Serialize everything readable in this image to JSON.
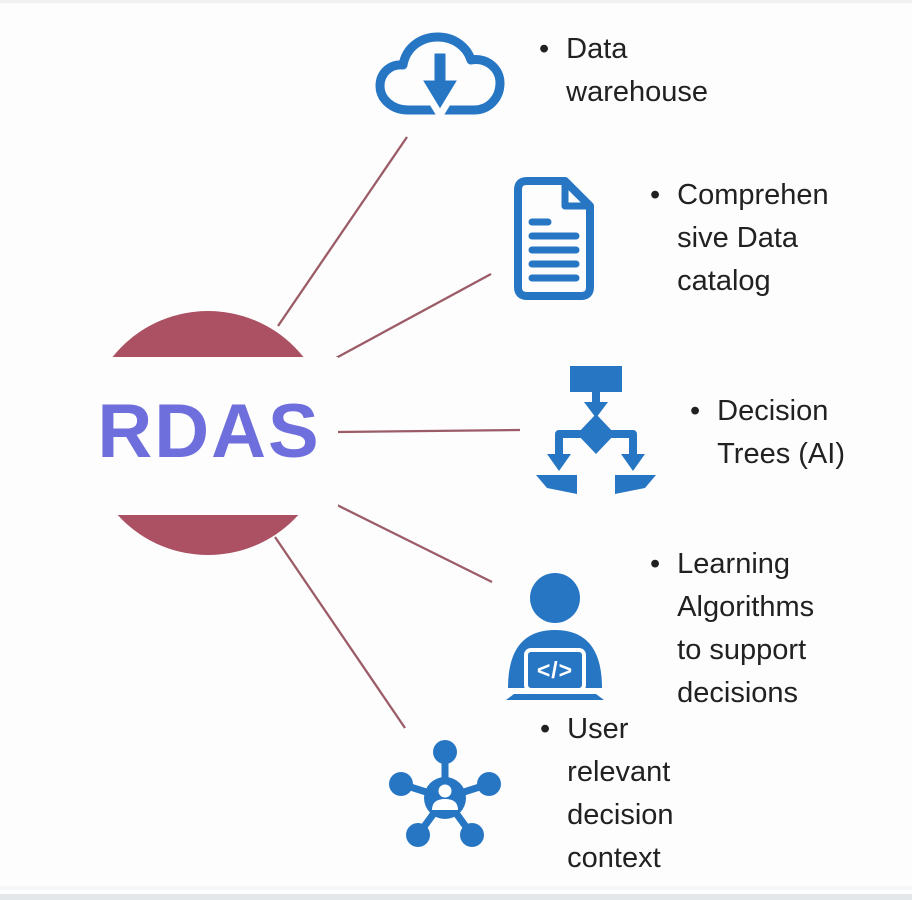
{
  "diagram": {
    "center": {
      "label": "RDAS"
    },
    "bullet_char": "•",
    "laptop_glyph": "</>",
    "nodes": [
      {
        "icon": "cloud-download-icon",
        "label": "Data warehouse",
        "lines": [
          "Data",
          "warehouse"
        ]
      },
      {
        "icon": "document-icon",
        "label": "Comprehensive Data catalog",
        "lines": [
          "Comprehen",
          "sive Data",
          "catalog"
        ]
      },
      {
        "icon": "decision-tree-icon",
        "label": "Decision Trees (AI)",
        "lines": [
          "Decision",
          "Trees (AI)"
        ]
      },
      {
        "icon": "person-coding-icon",
        "label": "Learning Algorithms to support decisions",
        "lines": [
          "Learning",
          "Algorithms",
          "to support",
          "decisions"
        ]
      },
      {
        "icon": "user-network-icon",
        "label": "User relevant decision context",
        "lines": [
          "User",
          "relevant",
          "decision",
          "context"
        ]
      }
    ],
    "colors": {
      "background_color": "#FDFDFD",
      "center_circle_color": "#AB5163",
      "center_label_color": "#6E6EDC",
      "connector_color": "#9B5C68",
      "icon_color": "#2776C4",
      "text_color": "#212121"
    }
  }
}
